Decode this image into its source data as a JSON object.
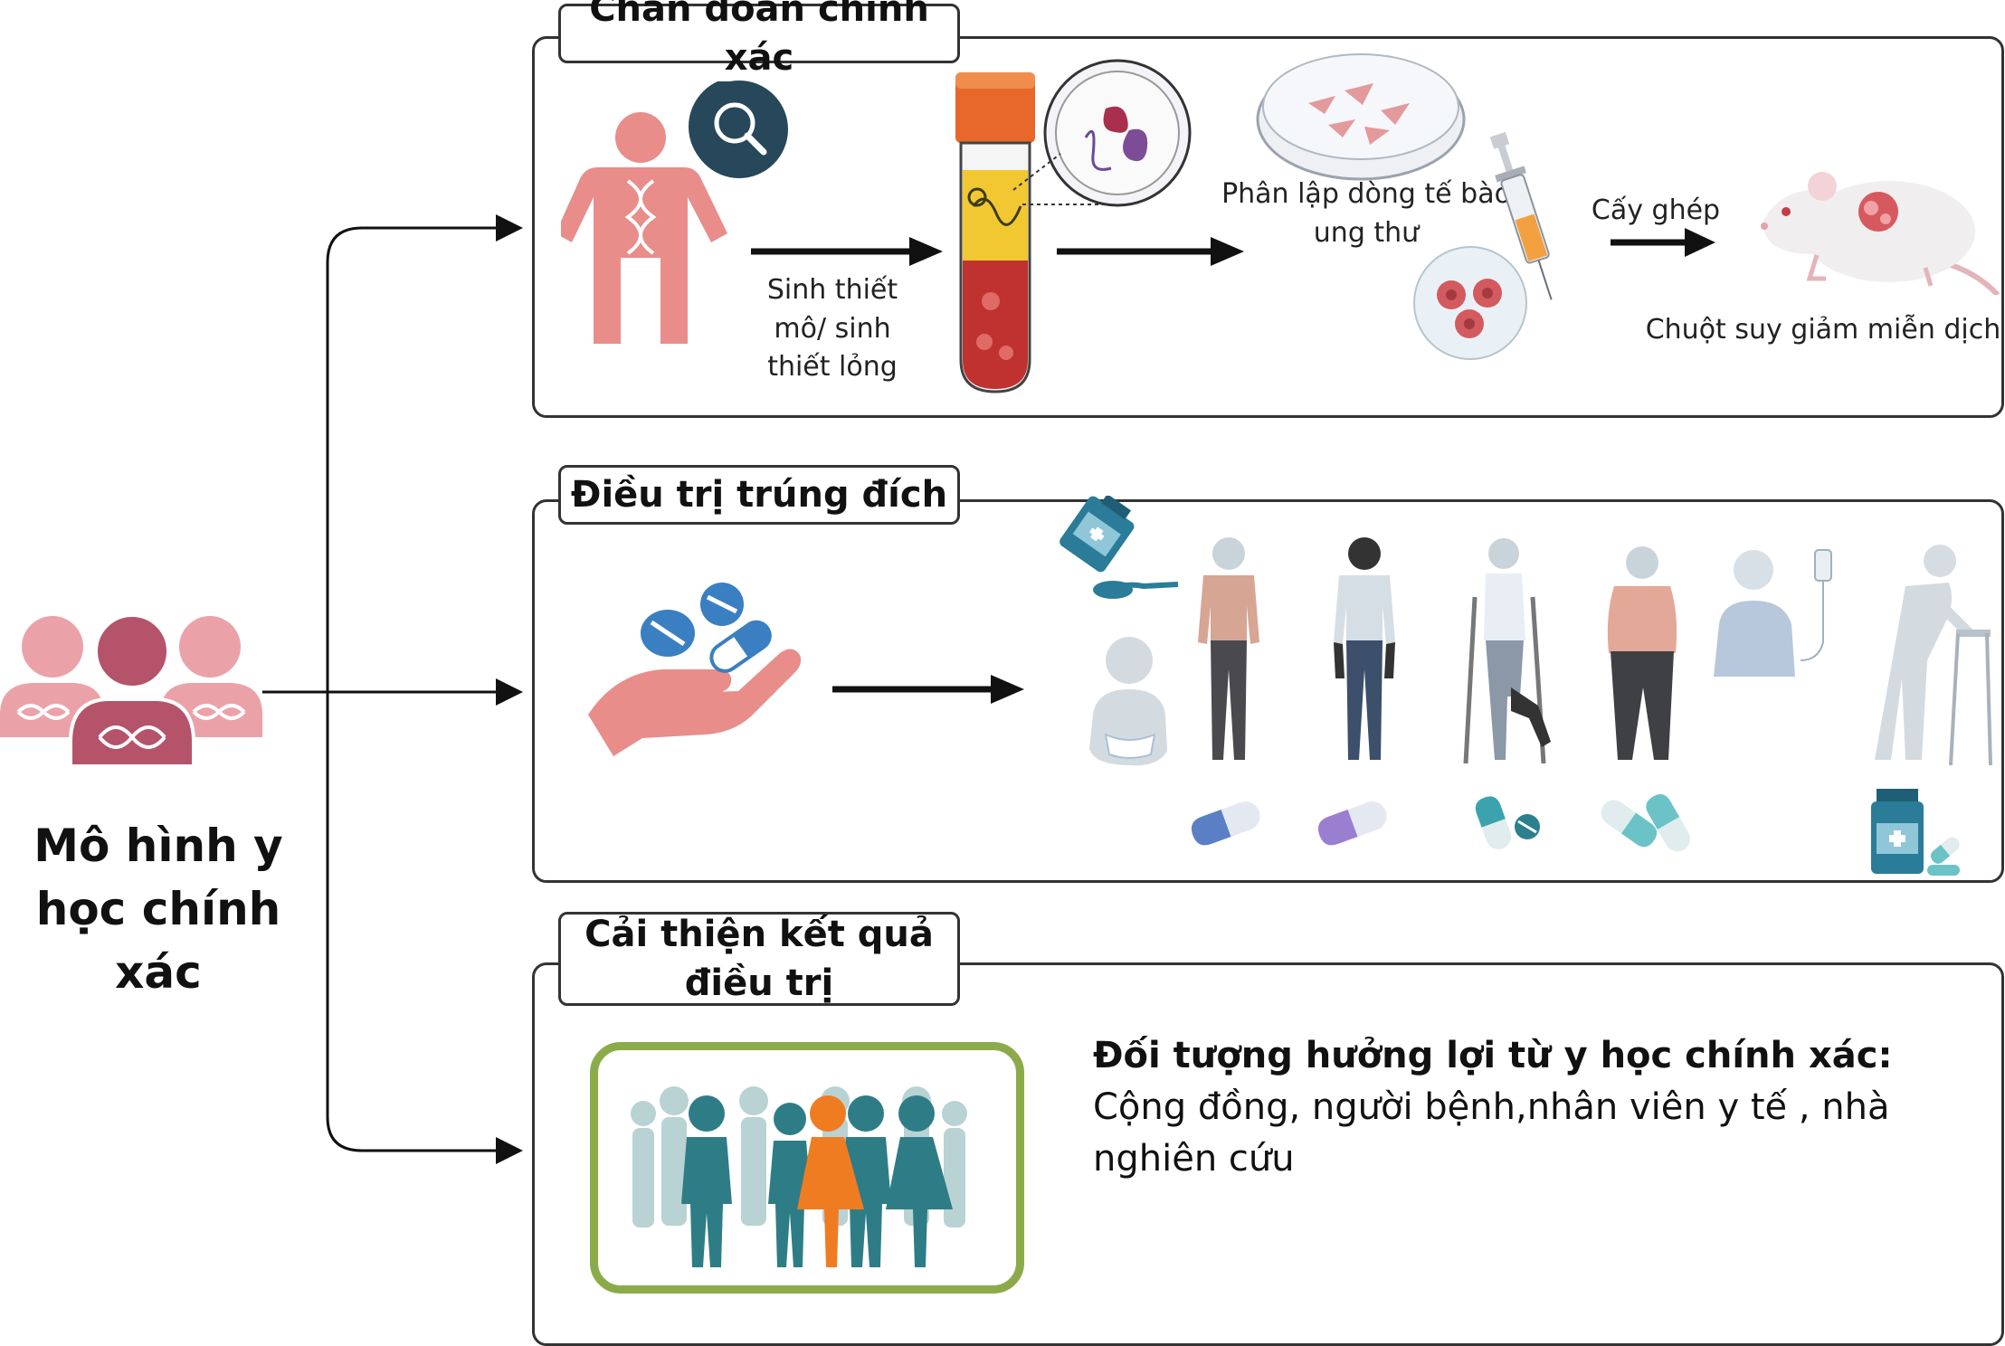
{
  "main": {
    "title_line1": "Mô hình y",
    "title_line2": "học chính xác"
  },
  "panels": {
    "diagnosis": {
      "title": "Chẩn đoán chính xác",
      "biopsy_line1": "Sinh thiết",
      "biopsy_line2": "mô/ sinh",
      "biopsy_line3": "thiết lỏng",
      "isolation_line1": "Phân lập dòng tế bào",
      "isolation_line2": "ung thư",
      "transplant": "Cấy ghép",
      "mouse": "Chuột suy giảm miễn dịch"
    },
    "targeted": {
      "title": "Điều trị trúng đích"
    },
    "outcome": {
      "title_line1": "Cải thiện kết quả",
      "title_line2": "điều trị",
      "beneficiaries_title": "Đối tượng hưởng lợi từ y học chính xác:",
      "beneficiaries_line1": "Cộng đồng, người bệnh,nhân viên y tế , nhà",
      "beneficiaries_line2": "nghiên cứu"
    }
  },
  "colors": {
    "pink": "#e88d8a",
    "dark_rose": "#b5536a",
    "light_pink": "#e7a0a7",
    "teal": "#2e7d86",
    "orange": "#f07c22",
    "green_frame": "#8bab4a",
    "navy_circle": "#27475a",
    "blue_pill": "#3a7fc1"
  }
}
